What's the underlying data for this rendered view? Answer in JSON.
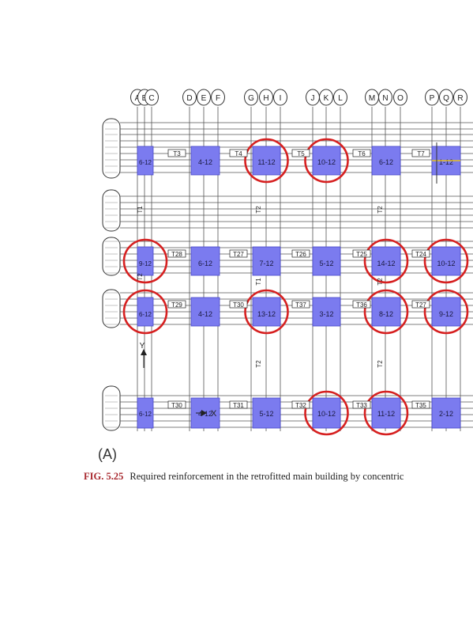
{
  "diagram": {
    "column_labels": [
      "A",
      "B",
      "C",
      "D",
      "E",
      "F",
      "G",
      "H",
      "I",
      "J",
      "K",
      "L",
      "M",
      "N",
      "O",
      "P",
      "Q",
      "R"
    ],
    "axis_label": "Y",
    "axis_marker": "X",
    "colors": {
      "column_fill": "#7b7bef",
      "column_edge": "#4646c8",
      "circle": "#d62020",
      "grid": "#555555",
      "highlight": "#e8c020"
    },
    "row_groups": [
      {
        "id": "g1",
        "column_labels": [
          "6-12",
          "4-12",
          "11-12",
          "10-12",
          "6-12",
          "1-12"
        ],
        "circled": [
          false,
          false,
          true,
          true,
          false,
          false
        ],
        "tags": [
          "T3",
          "T4",
          "T5",
          "T6",
          "T7"
        ]
      },
      {
        "id": "g2",
        "column_labels": [
          "9-12",
          "6-12",
          "7-12",
          "5-12",
          "14-12",
          "10-12"
        ],
        "circled": [
          true,
          false,
          false,
          false,
          true,
          true
        ],
        "tags": [
          "T28",
          "T27",
          "T26",
          "T25",
          "T24"
        ]
      },
      {
        "id": "g3",
        "column_labels": [
          "6-12",
          "4-12",
          "13-12",
          "3-12",
          "8-12",
          "9-12"
        ],
        "circled": [
          true,
          false,
          true,
          false,
          true,
          true
        ],
        "tags": [
          "T29",
          "T30",
          "T37",
          "T36",
          "T27"
        ]
      },
      {
        "id": "g4",
        "column_labels": [
          "6-12",
          "4-12",
          "5-12",
          "10-12",
          "11-12",
          "2-12"
        ],
        "circled": [
          false,
          false,
          false,
          true,
          true,
          false
        ],
        "tags": [
          "T30",
          "T31",
          "T32",
          "T33",
          "T35"
        ]
      }
    ],
    "beam_marks": [
      "T1",
      "T2",
      "T2",
      "T2",
      "T1",
      "T2",
      "T2"
    ]
  },
  "panel_label": "(A)",
  "caption": {
    "figure": "FIG. 5.25",
    "text": "Required reinforcement in the retrofitted main building by concentric"
  }
}
